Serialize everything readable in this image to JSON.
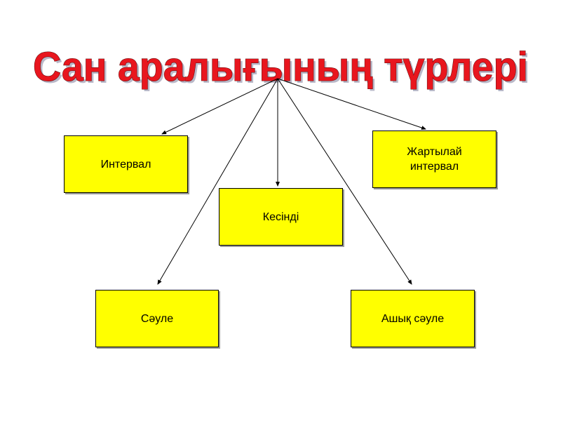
{
  "title": "Сан аралығының түрлері",
  "colors": {
    "title": "#e8161e",
    "box_fill": "#ffff00",
    "box_border": "#000000",
    "line": "#000000"
  },
  "nodes": {
    "interval": "Интервал",
    "kesindi": "Кесінді",
    "half_interval": "Жартылай\nинтервал",
    "saule": "Сәуле",
    "open_saule": "Ашық сәуле"
  }
}
